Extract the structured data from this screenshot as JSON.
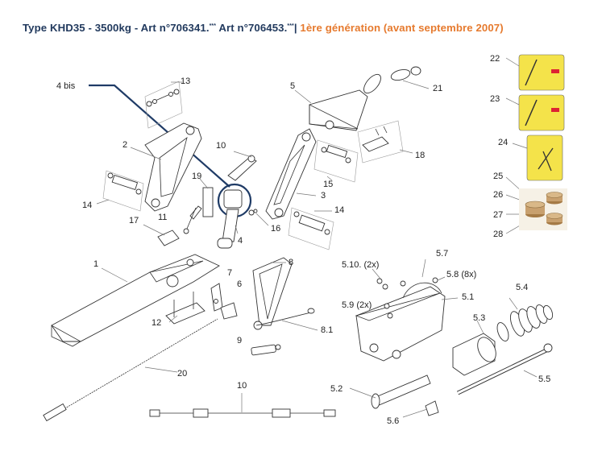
{
  "title": {
    "main": "Type KHD35 - 3500kg - Art n°706341.",
    "stars1": "***",
    "mid": " Art n°706453.",
    "stars2": "***",
    "sep": "| ",
    "highlight": "1ère génération (avant septembre 2007)"
  },
  "colors": {
    "title_dark": "#223a5e",
    "title_highlight": "#e67a2e",
    "circle_highlight": "#1f3b66",
    "thumb_yellow": "#f4e34a",
    "ring_bronze": "#c8a06e"
  },
  "labels": {
    "l4bis": "4 bis",
    "l13": "13",
    "l5": "5",
    "l21": "21",
    "l22": "22",
    "l23": "23",
    "l24": "24",
    "l25": "25",
    "l26": "26",
    "l27": "27",
    "l28": "28",
    "l2": "2",
    "l10a": "10",
    "l19": "19",
    "l18": "18",
    "l15": "15",
    "l3": "3",
    "l14a": "14",
    "l11": "11",
    "l17": "17",
    "l4": "4",
    "l16": "16",
    "l14b": "14",
    "l1": "1",
    "l7": "7",
    "l6": "6",
    "l8": "8",
    "l12": "12",
    "l9": "9",
    "l81": "8.1",
    "l20": "20",
    "l10b": "10",
    "l510": "5.10. (2x)",
    "l57": "5.7",
    "l58": "5.8 (8x)",
    "l59": "5.9 (2x)",
    "l51": "5.1",
    "l54": "5.4",
    "l53": "5.3",
    "l55": "5.5",
    "l52": "5.2",
    "l56": "5.6"
  }
}
